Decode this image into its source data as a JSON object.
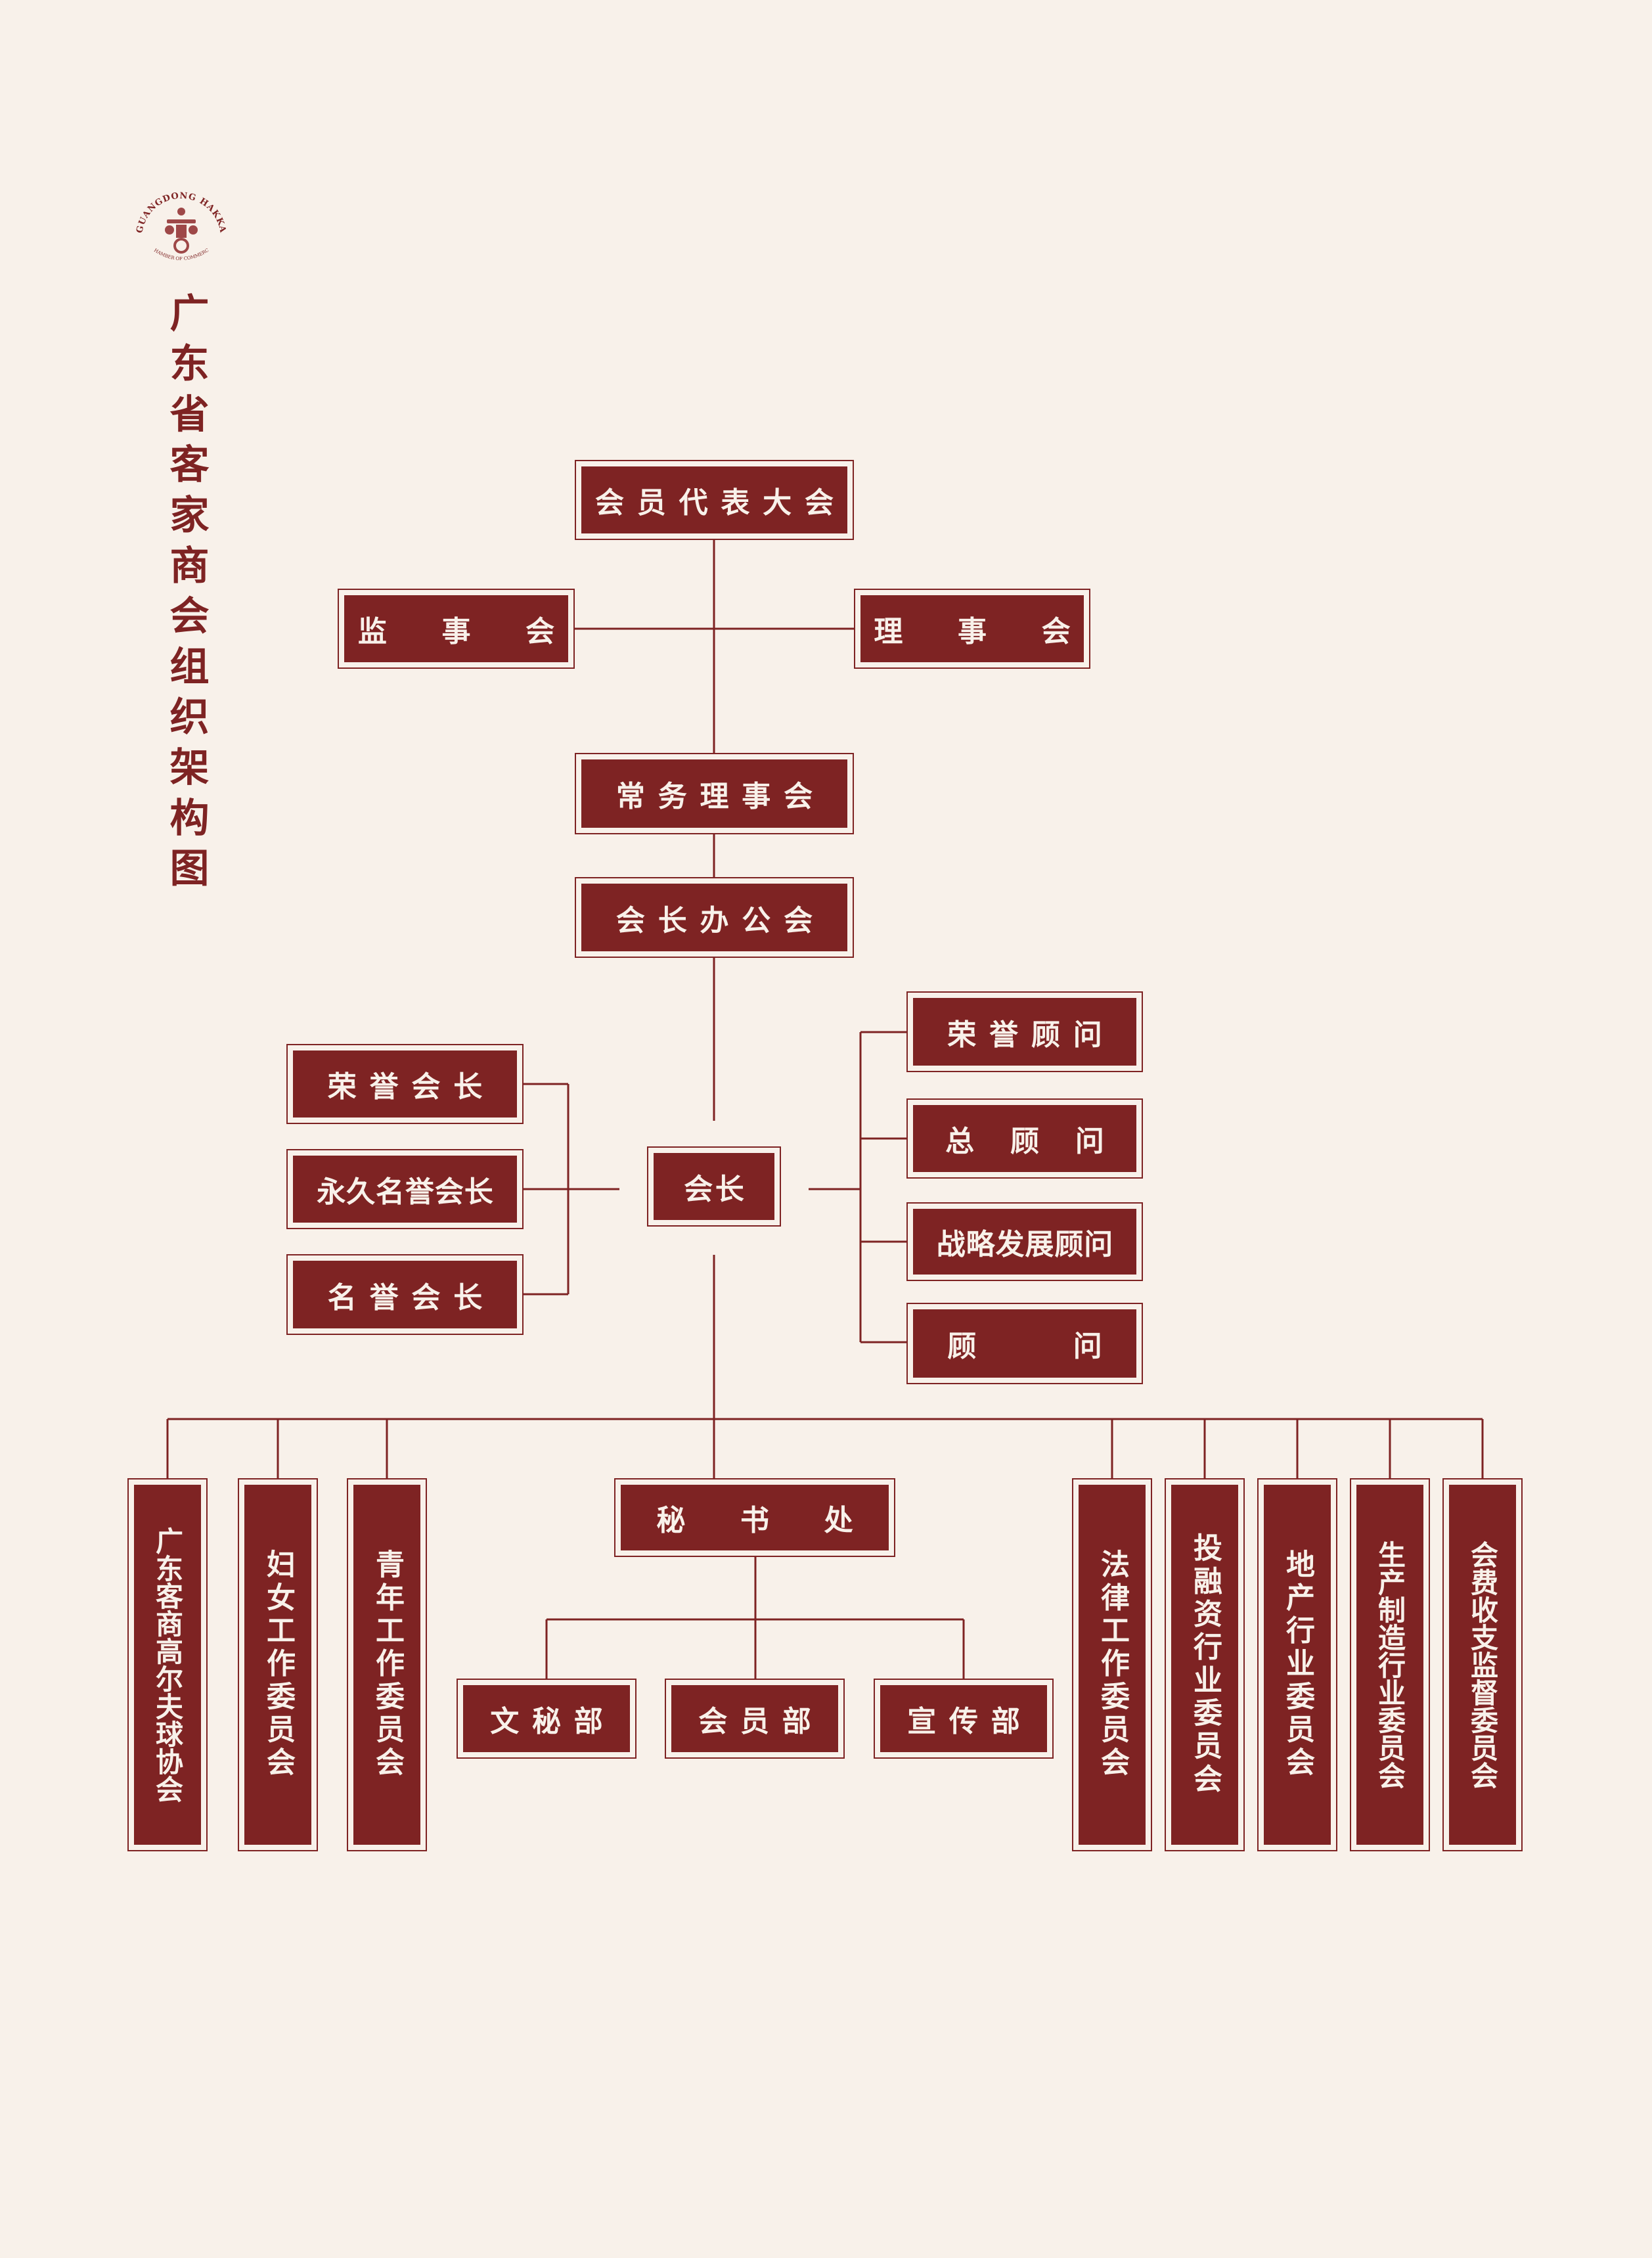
{
  "title": "广东省客家商会组织架构图",
  "logo": {
    "arc_top": "GUANGDONG HAKKA",
    "arc_bottom": "CHAMBER OF COMMERCE"
  },
  "nodes": {
    "general_assembly": "会员代表大会",
    "supervisory_board": "监　事　会",
    "council": "理　事　会",
    "standing_council": "常务理事会",
    "president_office": "会长办公会",
    "president": "会长",
    "honorary_president": "荣誉会长",
    "permanent_honorary_president": "永久名誉会长",
    "honorary_chairman": "名誉会长",
    "honorary_advisor": "荣誉顾问",
    "chief_advisor": "总 顾 问",
    "strategic_advisor": "战略发展顾问",
    "advisor": "顾　　问",
    "secretariat": "秘　书　处",
    "secretarial_dept": "文秘部",
    "membership_dept": "会员部",
    "publicity_dept": "宣传部",
    "golf_association": "广东客商高尔夫球协会",
    "women_committee": "妇女工作委员会",
    "youth_committee": "青年工作委员会",
    "legal_committee": "法律工作委员会",
    "finance_committee": "投融资行业委员会",
    "realestate_committee": "地产行业委员会",
    "manufacturing_committee": "生产制造行业委员会",
    "audit_committee": "会费收支监督委员会"
  },
  "colors": {
    "primary": "#7e2323",
    "background": "#f8f1ea"
  }
}
